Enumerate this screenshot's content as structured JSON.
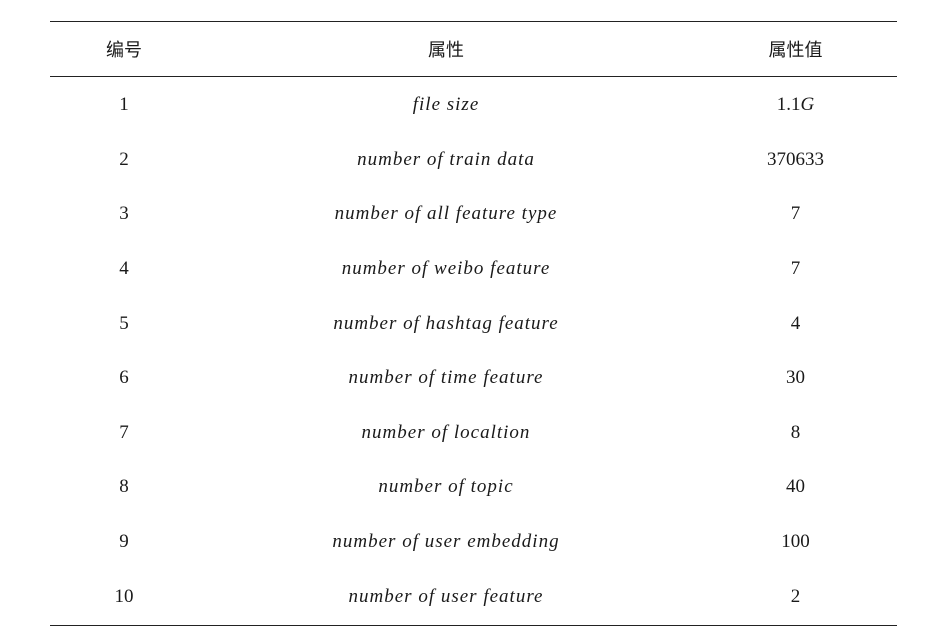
{
  "table": {
    "headers": [
      "编号",
      "属性",
      "属性值"
    ],
    "rows": [
      {
        "id": "1",
        "attribute": "file size",
        "value": "1.1",
        "unit": "G"
      },
      {
        "id": "2",
        "attribute": "number of train data",
        "value": "370633",
        "unit": ""
      },
      {
        "id": "3",
        "attribute": "number of all feature type",
        "value": "7",
        "unit": ""
      },
      {
        "id": "4",
        "attribute": "number of weibo feature",
        "value": "7",
        "unit": ""
      },
      {
        "id": "5",
        "attribute": "number of hashtag feature",
        "value": "4",
        "unit": ""
      },
      {
        "id": "6",
        "attribute": "number of time feature",
        "value": "30",
        "unit": ""
      },
      {
        "id": "7",
        "attribute": "number of localtion",
        "value": "8",
        "unit": ""
      },
      {
        "id": "8",
        "attribute": "number of topic",
        "value": "40",
        "unit": ""
      },
      {
        "id": "9",
        "attribute": "number of user embedding",
        "value": "100",
        "unit": ""
      },
      {
        "id": "10",
        "attribute": "number of user feature",
        "value": "2",
        "unit": ""
      }
    ]
  }
}
